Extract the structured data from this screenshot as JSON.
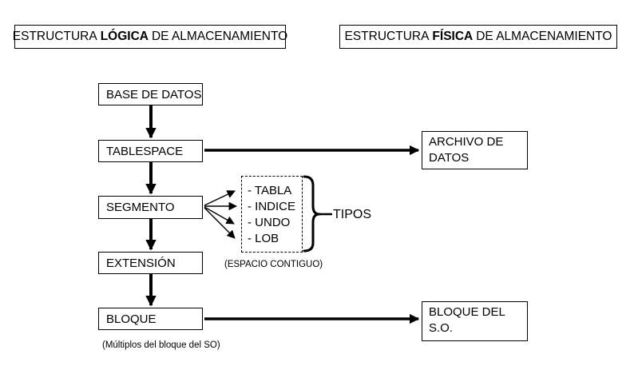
{
  "headers": {
    "logical": {
      "prefix": "ESTRUCTURA",
      "bold": "LÓGICA",
      "suffix": "DE ALMACENAMIENTO"
    },
    "physical": {
      "prefix": "ESTRUCTURA",
      "bold": "FÍSICA",
      "suffix": "DE ALMACENAMIENTO"
    }
  },
  "logical_chain": {
    "base_de_datos": "BASE DE DATOS",
    "tablespace": "TABLESPACE",
    "segmento": "SEGMENTO",
    "extension": "EXTENSIÓN",
    "bloque": "BLOQUE"
  },
  "physical_nodes": {
    "archivo": {
      "line1": "ARCHIVO DE",
      "line2": "DATOS"
    },
    "bloque_so": {
      "line1": "BLOQUE DEL",
      "line2": "S.O."
    }
  },
  "tipos": {
    "items": [
      "- TABLA",
      "- INDICE",
      "- UNDO",
      "- LOB"
    ],
    "label": "TIPOS"
  },
  "captions": {
    "espacio_contiguo": "(ESPACIO CONTIGUO)",
    "multiplos": "(Múltiplos del bloque del SO)"
  },
  "colors": {
    "ink": "#000000",
    "background": "#ffffff"
  }
}
